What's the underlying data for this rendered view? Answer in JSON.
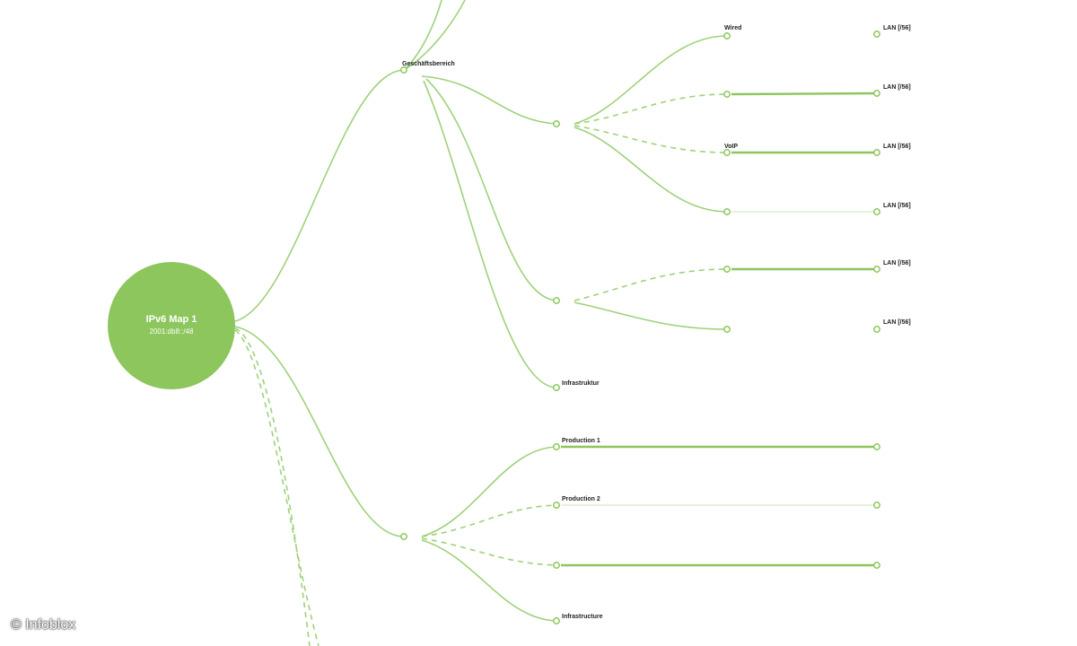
{
  "root": {
    "title": "IPv6 Map 1",
    "subtitle": "2001:db8::/48",
    "badge": "",
    "badge_sub": ""
  },
  "branches": [
    {
      "id": "b1",
      "title": "Geschäftsbereich",
      "lines": [
        "",
        ""
      ]
    },
    {
      "id": "b2",
      "title": "",
      "lines": [
        ""
      ]
    },
    {
      "id": "b3",
      "title": "",
      "lines": [
        ""
      ]
    },
    {
      "id": "b4",
      "title": "Infrastruktur",
      "lines": [
        ""
      ]
    },
    {
      "id": "b5",
      "title": "",
      "lines": [
        "",
        ""
      ]
    }
  ],
  "subnets": [
    {
      "id": "s1",
      "title": "Wired",
      "lines": [
        ""
      ]
    },
    {
      "id": "s2",
      "title": "",
      "lines": [
        ""
      ]
    },
    {
      "id": "s3",
      "title": "VoIP",
      "lines": [
        ""
      ]
    },
    {
      "id": "s4",
      "title": "",
      "lines": [
        ""
      ]
    },
    {
      "id": "s5",
      "title": "",
      "lines": [
        ""
      ]
    },
    {
      "id": "s6",
      "title": "",
      "lines": [
        ""
      ]
    },
    {
      "id": "s7",
      "title": "Production 1",
      "lines": [
        ""
      ]
    },
    {
      "id": "s8",
      "title": "Production 2",
      "lines": [
        ""
      ]
    },
    {
      "id": "s9",
      "title": "",
      "lines": [
        ""
      ]
    },
    {
      "id": "s10",
      "title": "Infrastructure",
      "lines": [
        ""
      ]
    }
  ],
  "lans": [
    {
      "id": "l1",
      "title": "LAN [/56]",
      "lines": [
        "",
        ""
      ]
    },
    {
      "id": "l2",
      "title": "LAN [/56]",
      "lines": [
        "",
        ""
      ]
    },
    {
      "id": "l3",
      "title": "LAN [/56]",
      "lines": [
        "",
        ""
      ]
    },
    {
      "id": "l4",
      "title": "LAN [/56]",
      "lines": [
        "",
        ""
      ]
    },
    {
      "id": "l5",
      "title": "LAN [/56]",
      "lines": [
        "",
        ""
      ]
    },
    {
      "id": "l6",
      "title": "LAN [/56]",
      "lines": [
        "",
        ""
      ]
    },
    {
      "id": "l7",
      "title": "",
      "lines": [
        "",
        ""
      ]
    },
    {
      "id": "l8",
      "title": "",
      "lines": [
        "",
        ""
      ]
    },
    {
      "id": "l9",
      "title": "",
      "lines": [
        "",
        ""
      ]
    }
  ],
  "watermark": {
    "symbol": "©",
    "text": "Infoblox"
  },
  "colors": {
    "accent": "#8cc65c",
    "link": "#9fd17a",
    "text": "#222222",
    "background": "#ffffff"
  }
}
